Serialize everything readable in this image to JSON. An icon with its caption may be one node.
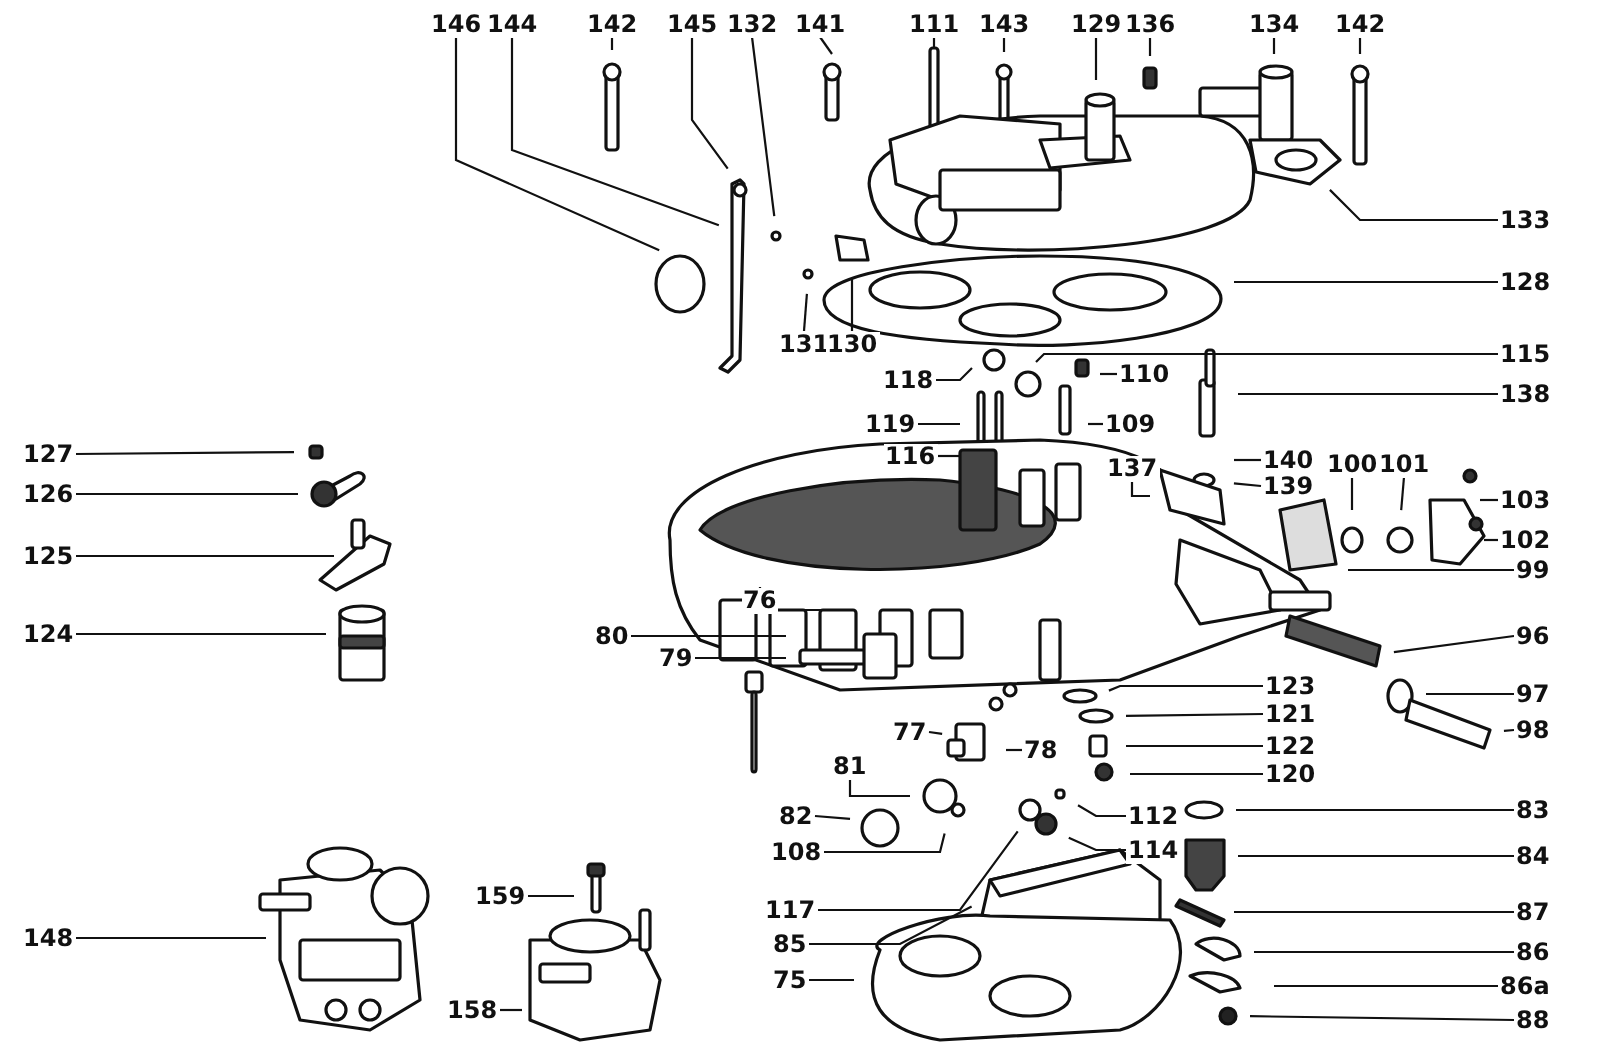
{
  "diagram": {
    "nodes": [
      {
        "text": [
          "146"
        ]
      },
      {
        "text": [
          "144"
        ]
      },
      {
        "text": [
          "142"
        ]
      },
      {
        "text": [
          "145"
        ]
      },
      {
        "text": [
          "132"
        ]
      },
      {
        "text": [
          "141"
        ]
      },
      {
        "text": [
          "111"
        ]
      },
      {
        "text": [
          "143"
        ]
      },
      {
        "text": [
          "129"
        ]
      },
      {
        "text": [
          "136"
        ]
      },
      {
        "text": [
          "134"
        ]
      },
      {
        "text": [
          "142"
        ]
      },
      {
        "text": [
          "133"
        ]
      },
      {
        "text": [
          "131"
        ]
      },
      {
        "text": [
          "130"
        ]
      },
      {
        "text": [
          "128"
        ]
      },
      {
        "text": [
          "118"
        ]
      },
      {
        "text": [
          "115"
        ]
      },
      {
        "text": [
          "110"
        ]
      },
      {
        "text": [
          "138"
        ]
      },
      {
        "text": [
          "119"
        ]
      },
      {
        "text": [
          "109"
        ]
      },
      {
        "text": [
          "116"
        ]
      },
      {
        "text": [
          "127"
        ]
      },
      {
        "text": [
          "126"
        ]
      },
      {
        "text": [
          "140"
        ]
      },
      {
        "text": [
          "100"
        ]
      },
      {
        "text": [
          "101"
        ]
      },
      {
        "text": [
          "103"
        ]
      },
      {
        "text": [
          "137"
        ]
      },
      {
        "text": [
          "139"
        ]
      },
      {
        "text": [
          "125"
        ]
      },
      {
        "text": [
          "102"
        ]
      },
      {
        "text": [
          "99"
        ]
      },
      {
        "text": [
          "124"
        ]
      },
      {
        "text": [
          "76"
        ]
      },
      {
        "text": [
          "80"
        ]
      },
      {
        "text": [
          "96"
        ]
      },
      {
        "text": [
          "79"
        ]
      },
      {
        "text": [
          "123"
        ]
      },
      {
        "text": [
          "97"
        ]
      },
      {
        "text": [
          "121"
        ]
      },
      {
        "text": [
          "98"
        ]
      },
      {
        "text": [
          "77"
        ]
      },
      {
        "text": [
          "122"
        ]
      },
      {
        "text": [
          "78"
        ]
      },
      {
        "text": [
          "81"
        ]
      },
      {
        "text": [
          "120"
        ]
      },
      {
        "text": [
          "112"
        ]
      },
      {
        "text": [
          "82"
        ]
      },
      {
        "text": [
          "83"
        ]
      },
      {
        "text": [
          "108"
        ]
      },
      {
        "text": [
          "114"
        ]
      },
      {
        "text": [
          "84"
        ]
      },
      {
        "text": [
          "117"
        ]
      },
      {
        "text": [
          "87"
        ]
      },
      {
        "text": [
          "85"
        ]
      },
      {
        "text": [
          "86"
        ]
      },
      {
        "text": [
          "148"
        ]
      },
      {
        "text": [
          "159"
        ]
      },
      {
        "text": [
          "75"
        ]
      },
      {
        "text": [
          "86a"
        ]
      },
      {
        "text": [
          "88"
        ]
      },
      {
        "text": [
          "158"
        ]
      }
    ],
    "edges": [
      {
        "from": 0,
        "to": null,
        "arrow": "none"
      },
      {
        "from": 1,
        "to": null,
        "arrow": "none"
      },
      {
        "from": 2,
        "to": null,
        "arrow": "none"
      },
      {
        "from": 3,
        "to": null,
        "arrow": "none"
      },
      {
        "from": 4,
        "to": null,
        "arrow": "none"
      },
      {
        "from": 5,
        "to": null,
        "arrow": "none"
      },
      {
        "from": 6,
        "to": null,
        "arrow": "none"
      },
      {
        "from": 7,
        "to": null,
        "arrow": "none"
      },
      {
        "from": 8,
        "to": null,
        "arrow": "none"
      },
      {
        "from": 9,
        "to": null,
        "arrow": "none"
      },
      {
        "from": 10,
        "to": null,
        "arrow": "none"
      },
      {
        "from": 11,
        "to": null,
        "arrow": "none"
      },
      {
        "from": 12,
        "to": null,
        "arrow": "none"
      },
      {
        "from": 13,
        "to": null,
        "arrow": "none"
      },
      {
        "from": 14,
        "to": null,
        "arrow": "none"
      },
      {
        "from": 15,
        "to": null,
        "arrow": "none"
      },
      {
        "from": 16,
        "to": null,
        "arrow": "none"
      },
      {
        "from": 17,
        "to": null,
        "arrow": "none"
      },
      {
        "from": 18,
        "to": null,
        "arrow": "none"
      },
      {
        "from": 19,
        "to": null,
        "arrow": "none"
      },
      {
        "from": 20,
        "to": null,
        "arrow": "none"
      },
      {
        "from": 21,
        "to": null,
        "arrow": "none"
      },
      {
        "from": 22,
        "to": null,
        "arrow": "none"
      },
      {
        "from": 23,
        "to": null,
        "arrow": "none"
      },
      {
        "from": 24,
        "to": null,
        "arrow": "none"
      },
      {
        "from": 25,
        "to": null,
        "arrow": "none"
      },
      {
        "from": 26,
        "to": null,
        "arrow": "none"
      },
      {
        "from": 27,
        "to": null,
        "arrow": "none"
      },
      {
        "from": 28,
        "to": null,
        "arrow": "none"
      },
      {
        "from": 29,
        "to": null,
        "arrow": "none"
      },
      {
        "from": 30,
        "to": null,
        "arrow": "none"
      },
      {
        "from": 31,
        "to": null,
        "arrow": "none"
      },
      {
        "from": 32,
        "to": null,
        "arrow": "none"
      },
      {
        "from": 33,
        "to": null,
        "arrow": "none"
      },
      {
        "from": 34,
        "to": null,
        "arrow": "none"
      },
      {
        "from": 35,
        "to": null,
        "arrow": "none"
      },
      {
        "from": 36,
        "to": null,
        "arrow": "none"
      },
      {
        "from": 37,
        "to": null,
        "arrow": "none"
      },
      {
        "from": 38,
        "to": null,
        "arrow": "none"
      },
      {
        "from": 39,
        "to": null,
        "arrow": "none"
      },
      {
        "from": 40,
        "to": null,
        "arrow": "none"
      },
      {
        "from": 41,
        "to": null,
        "arrow": "none"
      },
      {
        "from": 42,
        "to": null,
        "arrow": "none"
      },
      {
        "from": 43,
        "to": null,
        "arrow": "none"
      },
      {
        "from": 44,
        "to": null,
        "arrow": "none"
      },
      {
        "from": 45,
        "to": null,
        "arrow": "none"
      },
      {
        "from": 46,
        "to": null,
        "arrow": "none"
      },
      {
        "from": 47,
        "to": null,
        "arrow": "none"
      },
      {
        "from": 48,
        "to": null,
        "arrow": "none"
      },
      {
        "from": 49,
        "to": null,
        "arrow": "none"
      },
      {
        "from": 50,
        "to": null,
        "arrow": "none"
      },
      {
        "from": 51,
        "to": null,
        "arrow": "none"
      },
      {
        "from": 52,
        "to": null,
        "arrow": "none"
      },
      {
        "from": 53,
        "to": null,
        "arrow": "none"
      },
      {
        "from": 54,
        "to": null,
        "arrow": "none"
      },
      {
        "from": 55,
        "to": null,
        "arrow": "none"
      },
      {
        "from": 56,
        "to": null,
        "arrow": "none"
      },
      {
        "from": 57,
        "to": null,
        "arrow": "none"
      },
      {
        "from": 58,
        "to": null,
        "arrow": "none"
      },
      {
        "from": 59,
        "to": null,
        "arrow": "none"
      },
      {
        "from": 60,
        "to": null,
        "arrow": "none"
      },
      {
        "from": 61,
        "to": null,
        "arrow": "none"
      },
      {
        "from": 62,
        "to": null,
        "arrow": "none"
      },
      {
        "from": 63,
        "to": null,
        "arrow": "none"
      }
    ]
  }
}
